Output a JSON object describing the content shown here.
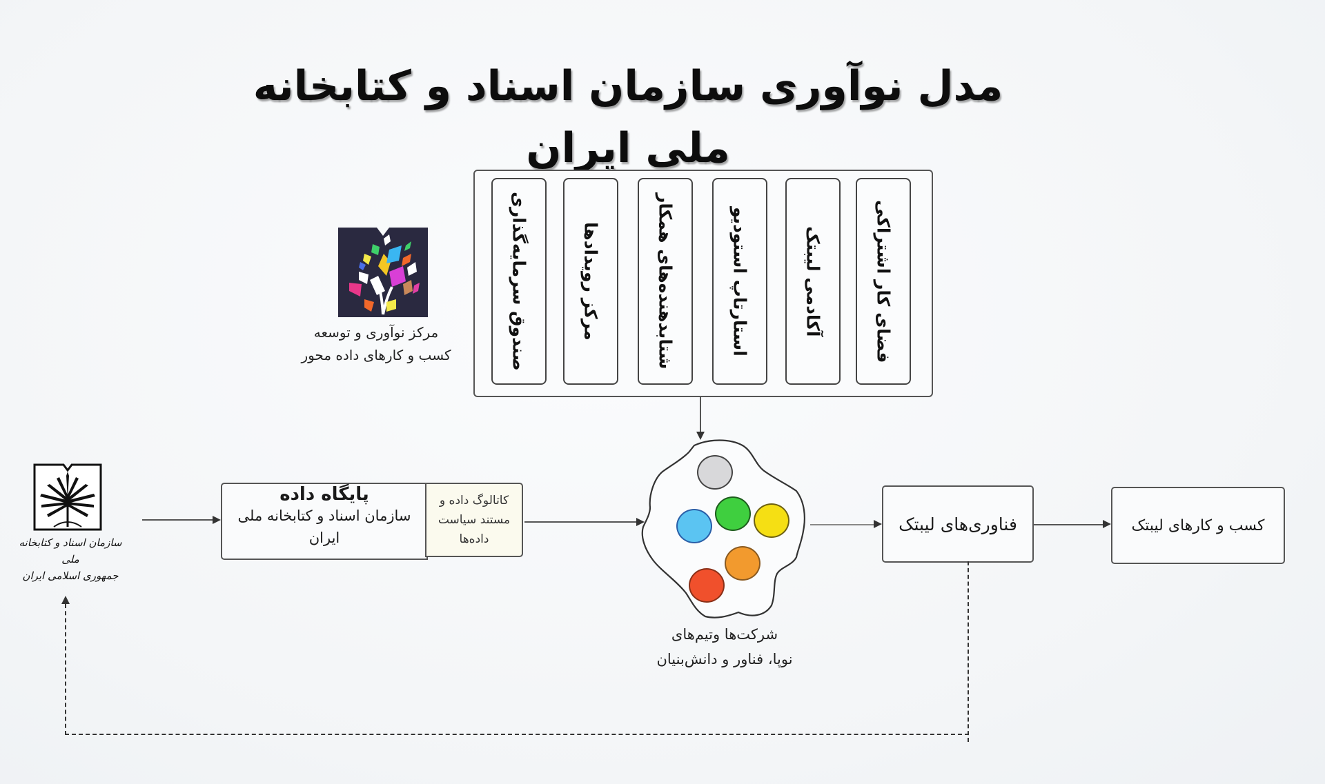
{
  "title": "مدل نوآوری سازمان اسناد و کتابخانه ملی ایران",
  "ecosystem_panel": {
    "pillars": [
      {
        "label": "صندوق سرمایه‌گذاری"
      },
      {
        "label": "مرکز رویدادها"
      },
      {
        "label": "شتابدهنده‌های همکار"
      },
      {
        "label": "استارتاپ استودیو"
      },
      {
        "label": "آکادمی لیبتک"
      },
      {
        "label": "فضای کار اشتراکی"
      }
    ]
  },
  "innovation_center": {
    "logo_icon": "tree-book-logo-icon",
    "caption_line1": "مرکز نوآوری و توسعه",
    "caption_line2": "کسب و کارهای داده محور"
  },
  "organization": {
    "logo_icon": "national-library-logo-icon",
    "caption_line1": "سازمان اسناد و کتابخانه ملی",
    "caption_line2": "جمهوری اسلامی ایران"
  },
  "database": {
    "title": "پایگاه داده",
    "subtitle": "سازمان اسناد و کتابخانه ملی ایران"
  },
  "catalog": {
    "text": "کاتالوگ داده و مستند سیاست داده‌ها"
  },
  "startups": {
    "circles": [
      {
        "name": "gray",
        "color": "#d8d8da"
      },
      {
        "name": "blue",
        "color": "#5bc4f2"
      },
      {
        "name": "green",
        "color": "#3fcf3f"
      },
      {
        "name": "yellow",
        "color": "#f5df14"
      },
      {
        "name": "orange",
        "color": "#f29a2e"
      },
      {
        "name": "red",
        "color": "#f0502c"
      }
    ],
    "caption_line1": "شرکت‌ها وتیم‌های",
    "caption_line2": "نوپا، فناور و دانش‌بنیان"
  },
  "libtech_technologies": {
    "label": "فناوری‌های لیبتک"
  },
  "libtech_businesses": {
    "label": "کسب و کارهای لیبتک"
  }
}
